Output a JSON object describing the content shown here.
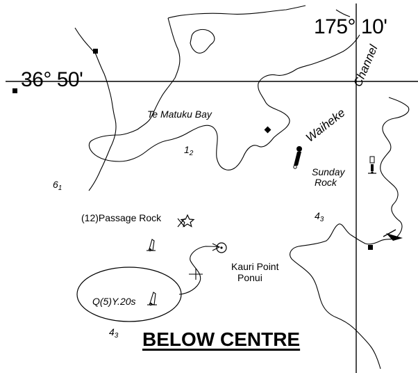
{
  "coordinates": {
    "latitude": "36° 50'",
    "longitude": "175° 10'"
  },
  "place_names": {
    "bay": "Te Matuku Bay",
    "channel_word_1": "Waiheke",
    "channel_word_2": "Channel",
    "rock_line_1": "Sunday",
    "rock_line_2": "Rock",
    "passage_rock": "(12)Passage Rock",
    "point_line_1": "Kauri Point",
    "point_line_2": "Ponui"
  },
  "soundings": [
    {
      "main": "1",
      "sub": "2"
    },
    {
      "main": "6",
      "sub": "1"
    },
    {
      "main": "4",
      "sub": "3"
    },
    {
      "main": "4",
      "sub": "3"
    }
  ],
  "light": {
    "characteristic": "Q(5)Y.20s"
  },
  "banner": "BELOW CENTRE",
  "colors": {
    "ink": "#000000",
    "background": "#ffffff"
  }
}
